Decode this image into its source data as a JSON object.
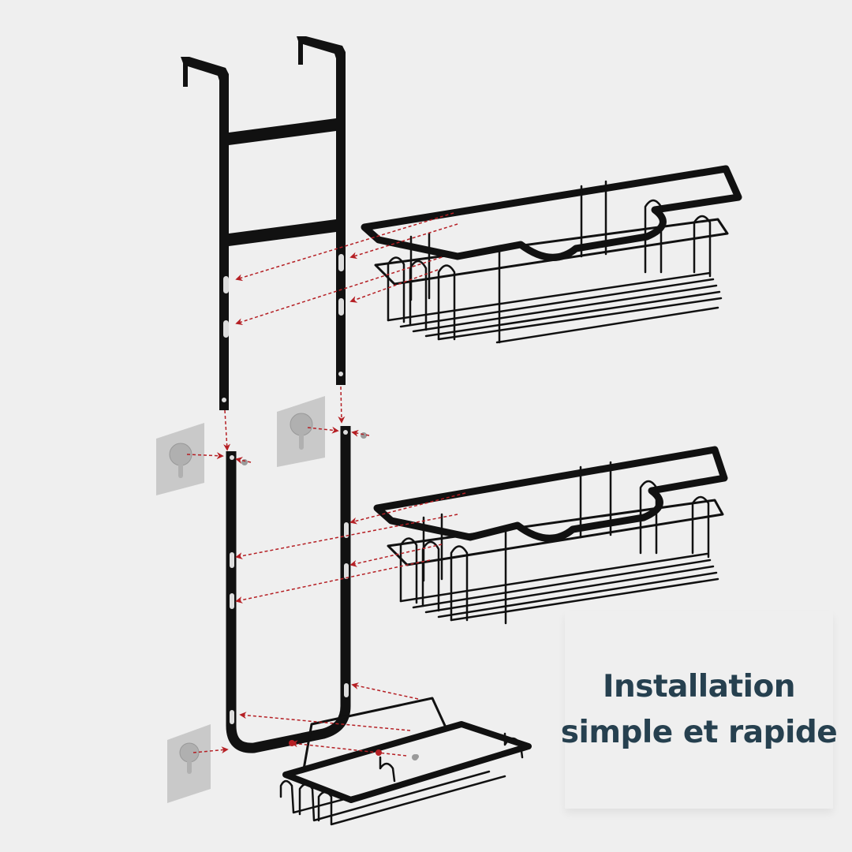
{
  "caption": {
    "line1": "Installation",
    "line2": "simple et rapide",
    "text_color": "#26404f",
    "box_color": "#efefef"
  },
  "colors": {
    "background": "#efefef",
    "metal": "#111111",
    "arrow": "#b51f24",
    "adhesive_pad": "#c9c9c9",
    "hook_plate": "#b8b8b8"
  },
  "components": [
    {
      "name": "upper-door-hanger-frame",
      "description": "Over-the-door hanger with two hooks and two crossbars"
    },
    {
      "name": "top-basket",
      "description": "Wire shelf basket"
    },
    {
      "name": "middle-basket",
      "description": "Wire shelf basket"
    },
    {
      "name": "lower-u-frame",
      "description": "U-shaped lower frame"
    },
    {
      "name": "bottom-soap-tray",
      "description": "Small tray with handle"
    },
    {
      "name": "adhesive-hooks",
      "count": 3
    },
    {
      "name": "screws",
      "count": 3
    }
  ]
}
